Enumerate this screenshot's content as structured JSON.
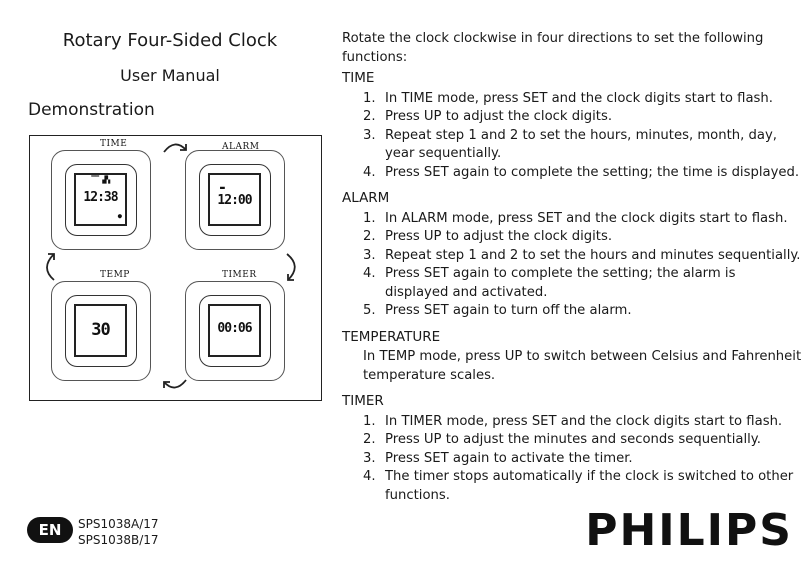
{
  "header": {
    "title": "Rotary Four-Sided Clock",
    "subtitle": "User Manual",
    "section": "Demonstration"
  },
  "diagram": {
    "labels": {
      "time": "TIME",
      "alarm": "ALARM",
      "temp": "TEMP",
      "timer": "TIMER"
    },
    "screens": {
      "time": "12:38",
      "alarm": "12:00",
      "temp": "30",
      "timer": "00:06"
    },
    "arrow_icon": "rotate-arrow-icon"
  },
  "intro": "Rotate the clock clockwise in four directions to set the following functions:",
  "sections": {
    "time": {
      "heading": "TIME",
      "items": [
        {
          "num": "1.",
          "a": "In ",
          "k1": "TIME",
          "b": " mode, press ",
          "k2": "SET",
          "c": " and the clock digits start to flash."
        },
        {
          "num": "2.",
          "a": "Press ",
          "k1": "UP",
          "b": " to adjust the clock digits."
        },
        {
          "num": "3.",
          "a": "Repeat step 1 and 2 to set the hours, minutes, month, day, year sequentially."
        },
        {
          "num": "4.",
          "a": "Press ",
          "k1": "SET",
          "b": " again to complete the setting; the time is displayed."
        }
      ]
    },
    "alarm": {
      "heading": "ALARM",
      "items": [
        {
          "num": "1.",
          "a": "In ",
          "k1": "ALARM",
          "b": " mode, press ",
          "k2": "SET",
          "c": " and the clock digits start to flash."
        },
        {
          "num": "2.",
          "a": "Press ",
          "k1": "UP",
          "b": " to adjust the clock digits."
        },
        {
          "num": "3.",
          "a": "Repeat step 1 and 2 to set the hours and minutes sequentially."
        },
        {
          "num": "4.",
          "a": "Press ",
          "k1": "SET",
          "b": " again to complete the setting; the alarm is displayed and activated."
        },
        {
          "num": "5.",
          "a": "Press ",
          "k1": "SET",
          "b": " again to turn off the alarm."
        }
      ]
    },
    "temperature": {
      "heading": "TEMPERATURE",
      "a": "In ",
      "k1": "TEMP",
      "b": " mode, press ",
      "k2": "UP",
      "c": " to switch between Celsius and Fahrenheit temperature scales."
    },
    "timer": {
      "heading": "TIMER",
      "items": [
        {
          "num": "1.",
          "a": "In ",
          "k1": "TIMER",
          "b": " mode, press ",
          "k2": "SET",
          "c": " and the clock digits start to flash."
        },
        {
          "num": "2.",
          "a": "Press ",
          "k1": "UP",
          "b": " to adjust the minutes and seconds sequentially."
        },
        {
          "num": "3.",
          "a": "Press ",
          "k1": "SET",
          "b": " again to activate the timer."
        },
        {
          "num": "4.",
          "a": "The timer stops automatically if the clock is switched to other functions."
        }
      ]
    }
  },
  "footer": {
    "lang": "EN",
    "model1": "SPS1038A/17",
    "model2": "SPS1038B/17",
    "brand": "PHILIPS"
  }
}
